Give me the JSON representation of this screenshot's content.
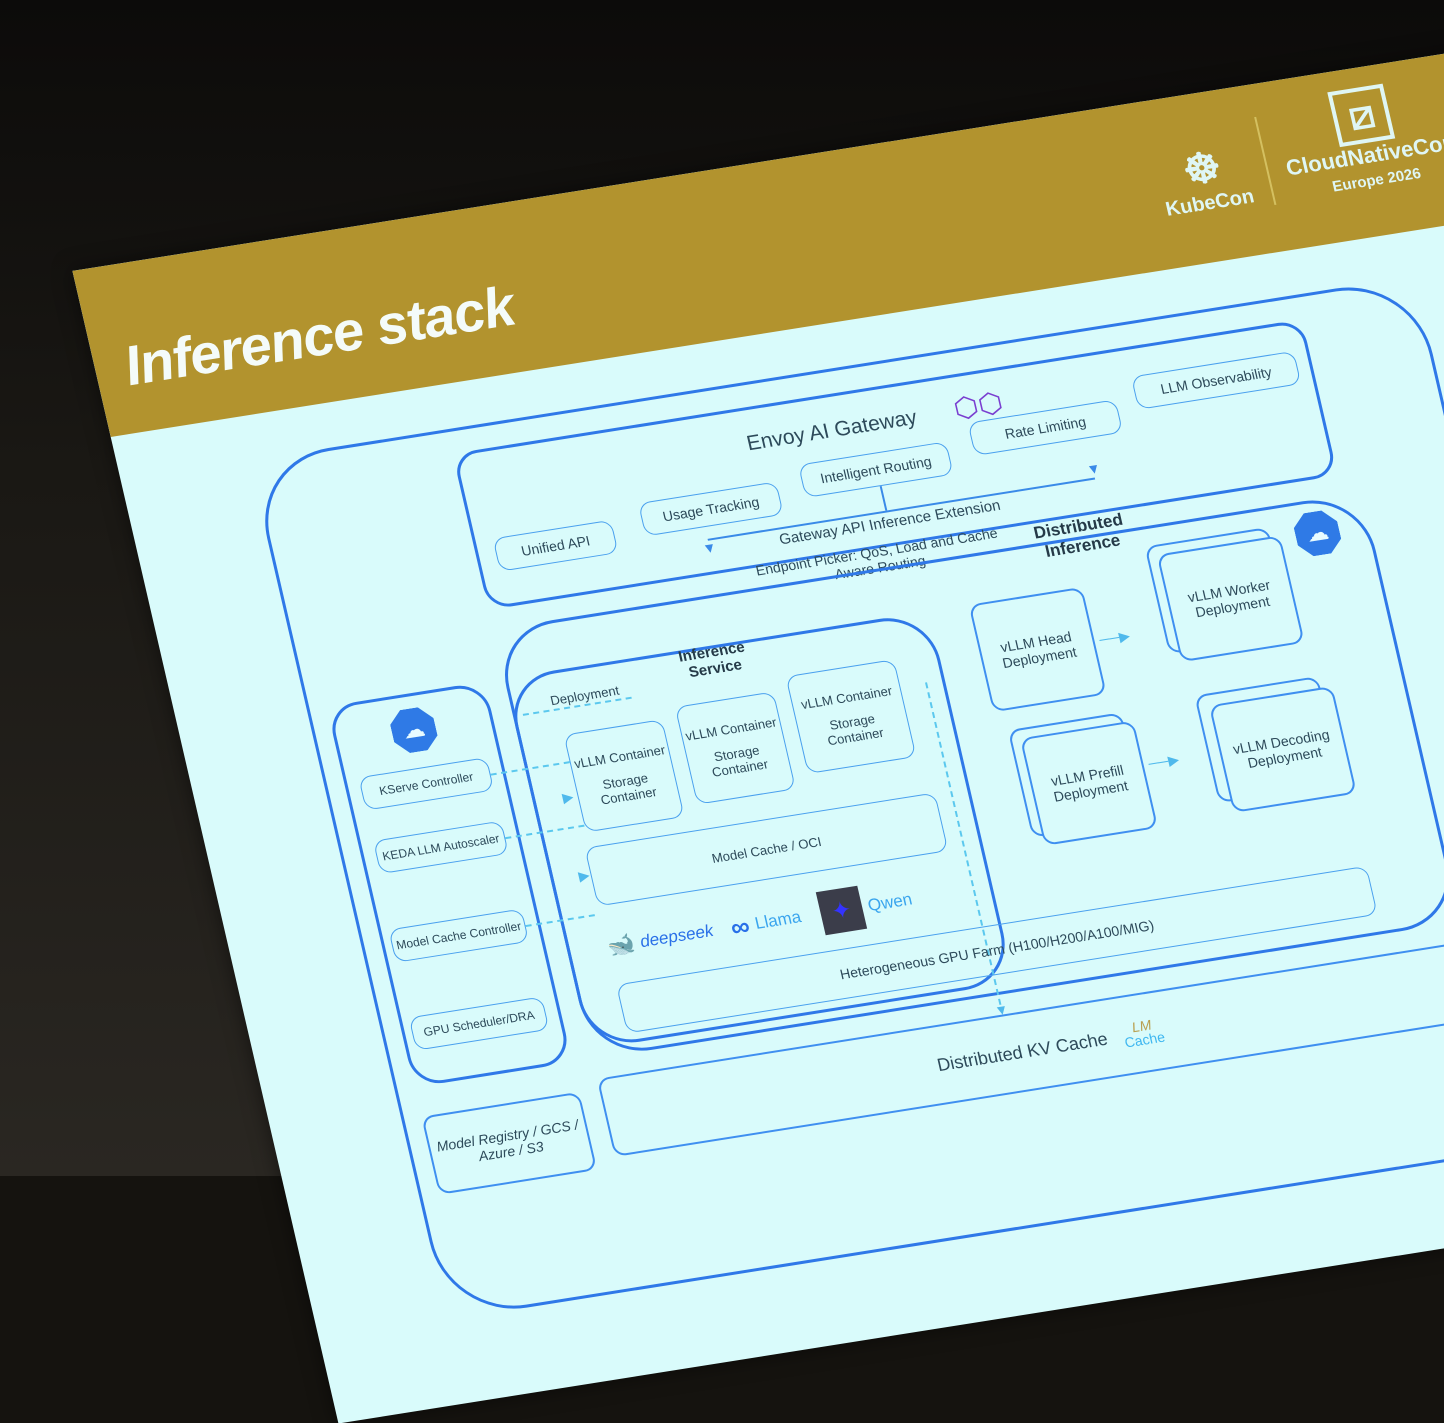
{
  "slide": {
    "title": "Inference stack",
    "colors": {
      "header": "#b2932e",
      "background": "#d9fbfb",
      "line": "#3f8ff0",
      "dashed": "#5bc8ee",
      "text": "#2d4a5a"
    },
    "branding": {
      "kubecon_label": "KubeCon",
      "cncf_label": "CloudNativeCon",
      "event_label": "Europe 2026",
      "kubecon_icon": "helm-wheel-icon",
      "cncf_icon": "cncf-icon"
    }
  },
  "gateway": {
    "title": "Envoy AI Gateway",
    "icon": "envoy-icon",
    "features": [
      "Unified API",
      "Usage Tracking",
      "Intelligent Routing",
      "Rate Limiting",
      "LLM Observability"
    ]
  },
  "inference_extension": {
    "title": "Gateway API Inference Extension",
    "endpoint_picker": "Endpoint Picker: QoS, Load and Cache",
    "endpoint_picker_line2": "Aware Routing"
  },
  "control_plane": {
    "icon": "kserve-icon",
    "items": [
      "KServe Controller",
      "KEDA LLM Autoscaler",
      "Model Cache Controller",
      "GPU Scheduler/DRA"
    ]
  },
  "inference_service": {
    "title_line1": "Inference",
    "title_line2": "Service",
    "deployment_label": "Deployment",
    "containers": [
      {
        "top": "vLLM Container",
        "bottom1": "Storage",
        "bottom2": "Container"
      },
      {
        "top": "vLLM Container",
        "bottom1": "Storage",
        "bottom2": "Container"
      },
      {
        "top": "vLLM Container",
        "bottom1": "Storage",
        "bottom2": "Container"
      }
    ],
    "model_cache": "Model Cache / OCI",
    "models": [
      {
        "name": "deepseek",
        "icon": "deepseek-whale-icon"
      },
      {
        "name": "Llama",
        "icon": "meta-infinity-icon"
      },
      {
        "name": "Qwen",
        "icon": "qwen-icon"
      }
    ],
    "gpu_farm": "Heterogeneous GPU Farm (H100/H200/A100/MIG)"
  },
  "distributed_inference": {
    "title_line1": "Distributed",
    "title_line2": "Inference",
    "icon": "kserve-icon",
    "head": {
      "line1": "vLLM Head",
      "line2": "Deployment"
    },
    "worker": {
      "line1": "vLLM Worker",
      "line2": "Deployment"
    },
    "prefill": {
      "line1": "vLLM Prefill",
      "line2": "Deployment"
    },
    "decoding": {
      "line1": "vLLM Decoding",
      "line2": "Deployment"
    }
  },
  "storage": {
    "registry_line1": "Model Registry / GCS /",
    "registry_line2": "Azure / S3",
    "kv_cache": "Distributed KV Cache",
    "lmcache_top": "LM",
    "lmcache_bottom": "Cache"
  }
}
